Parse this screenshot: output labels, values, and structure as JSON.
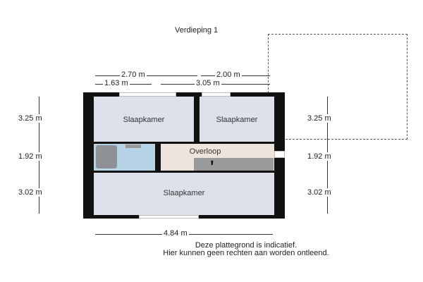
{
  "title": "Verdieping 1",
  "rooms": {
    "bedroom_top_left": "Slaapkamer",
    "bedroom_top_right": "Slaapkamer",
    "landing": "Overloop",
    "bedroom_bottom": "Slaapkamer"
  },
  "dimensions": {
    "top_row1_left": "2.70 m",
    "top_row1_right": "2.00 m",
    "top_row2_left": "1.63 m",
    "top_row2_right": "3.05 m",
    "left": [
      "3.25 m",
      "1.92 m",
      "3.02 m"
    ],
    "right": [
      "3.25 m",
      "1.92 m",
      "3.02 m"
    ],
    "bottom": "4.84 m"
  },
  "disclaimer": {
    "line1": "Deze plattegrond is indicatief.",
    "line2": "Hier kunnen geen rechten aan worden ontleend."
  },
  "colors": {
    "room": "#dde1ec",
    "landing": "#ede4dd",
    "bath": "#b6d3e6",
    "wall": "#111111"
  }
}
